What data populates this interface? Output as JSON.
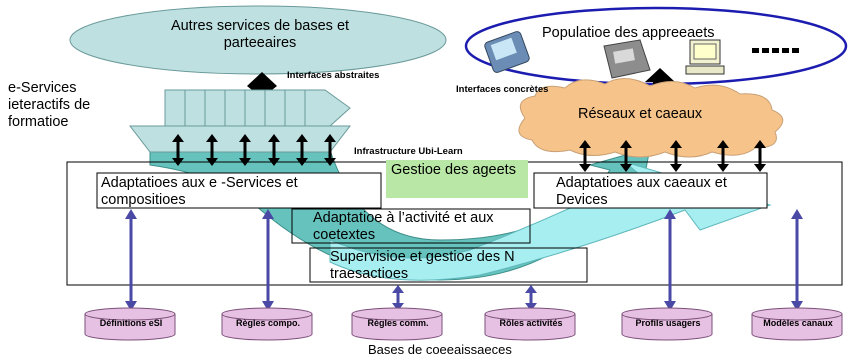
{
  "top_cloud_label": "Autres services de bases et parteeaires",
  "eservices_label": "e-Services ieteractifs de formatioe",
  "interfaces_abstraites": "Interfaces abstraites",
  "population_label": "Populatioe des appreeaets",
  "interfaces_concretes": "Interfaces concrètes",
  "reseaux_label": "Réseaux et caeaux",
  "infrastructure_label": "Infrastructure Ubi-Learn",
  "gestion_agents_label": "Gestioe des ageets",
  "adapt_eservices_label": "Adaptatioes aux e -Services et compositioes",
  "adapt_devices_label": "Adaptatioes aux caeaux et Devices",
  "adapt_activite_label": "Adaptatioe à l’activité et aux coetextes",
  "supervision_label": "Supervisioe et gestioe des N traesactioes",
  "databases": [
    "Définitions eSI",
    "Règles compo.",
    "Règles comm.",
    "Rôles activités",
    "Profils usagers",
    "Modèles canaux"
  ],
  "bases_label": "Bases de coeeaissaeces",
  "colors": {
    "cloud_top": "#bfe0e0",
    "teal_arrow": "#66c2bd",
    "cyan_arrow": "#a6eef0",
    "orange_cloud": "#f6c48a",
    "green_box": "#b9e8a6",
    "db_pink": "#e7c1e3",
    "db_arrow": "#4a4aa6",
    "ellipse_blue": "#1c1cb0"
  }
}
